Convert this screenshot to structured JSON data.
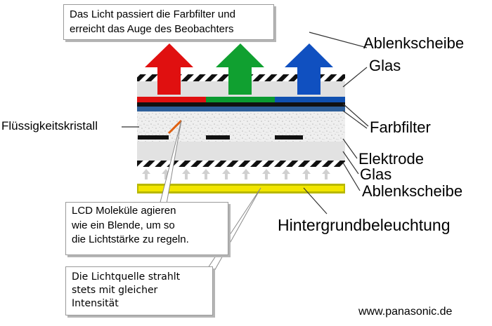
{
  "callouts": {
    "top": [
      "Das Licht passiert die Farbfilter und",
      "erreicht das Auge des Beobachters"
    ],
    "lcd": [
      "LCD Moleküle agieren",
      "wie ein Blende, um so",
      "die Lichtstärke zu regeln."
    ],
    "light_source": [
      "Die Lichtquelle strahlt",
      "stets mit gleicher",
      "Intensität"
    ]
  },
  "labels": {
    "polarizer_top": "Ablenkscheibe",
    "glass_top": "Glas",
    "liquid_crystal": "Flüssigkeitskristall",
    "color_filter": "Farbfilter",
    "electrode": "Elektrode",
    "glass_bottom": "Glas",
    "polarizer_bottom": "Ablenkscheibe",
    "backlight": "Hintergrundbeleuchtung"
  },
  "source": "www.panasonic.de",
  "colors": {
    "arrow_red": "#e01010",
    "arrow_green": "#10a030",
    "arrow_blue": "#1050c0",
    "filter_red": "#e01010",
    "filter_green": "#0a9a30",
    "filter_blue": "#1050b0",
    "electrode_strip": "#2e5f9a",
    "backlight": "#f2e600",
    "orange_molecule": "#e06010"
  }
}
